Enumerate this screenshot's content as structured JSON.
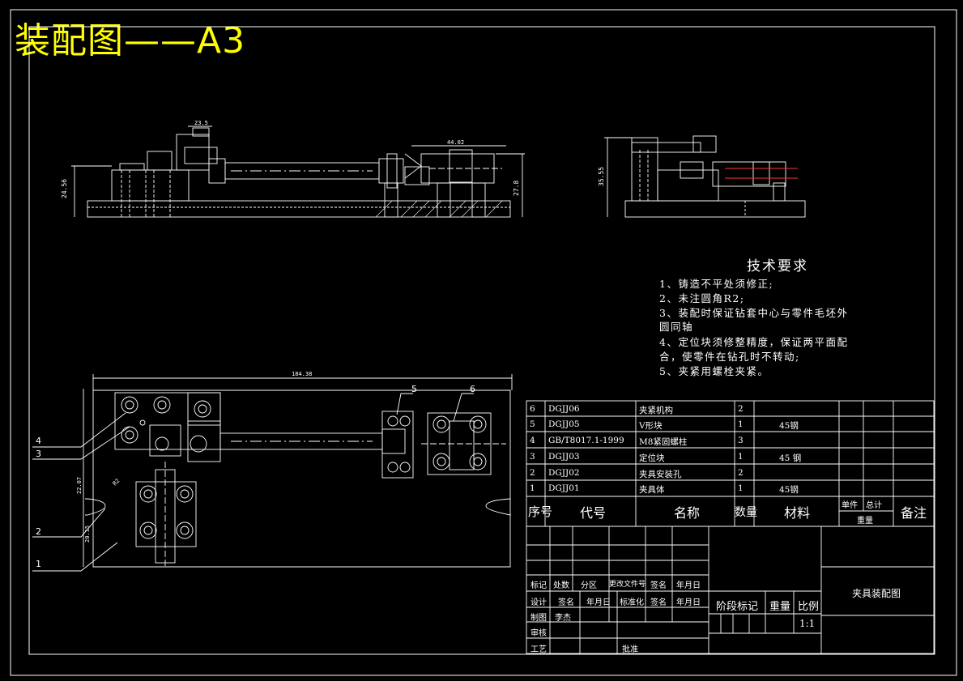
{
  "sheet_title": "装配图——A3",
  "dimensions": {
    "top_width": "23.5",
    "cyl_len": "44.02",
    "height_left": "24.56",
    "height_right": "27.8",
    "side_height": "35.55",
    "overall_len": "184.38",
    "vert_left": "22.07",
    "vert_small": "20.15",
    "angle_r": "R2"
  },
  "balloons": [
    "4",
    "3",
    "2",
    "1",
    "5",
    "6"
  ],
  "tech_requirements": {
    "title": "技术要求",
    "lines": [
      "1、铸造不平处须修正;",
      "2、未注圆角R2;",
      "3、装配时保证钻套中心与零件毛坯外",
      "圆同轴",
      "4、定位块须修整精度，保证两平面配",
      "合，使零件在钻孔时不转动;",
      "5、夹紧用螺栓夹紧。"
    ]
  },
  "bom": {
    "rows": [
      {
        "no": "6",
        "code": "DGJJ06",
        "name": "夹紧机构",
        "qty": "2",
        "material": ""
      },
      {
        "no": "5",
        "code": "DGJJ05",
        "name": "V形块",
        "qty": "1",
        "material": "45钢"
      },
      {
        "no": "4",
        "code": "GB/T8017.1-1999",
        "name": "M8紧固螺柱",
        "qty": "3",
        "material": ""
      },
      {
        "no": "3",
        "code": "DGJJ03",
        "name": "定位块",
        "qty": "1",
        "material": "45 钢"
      },
      {
        "no": "2",
        "code": "DGJJ02",
        "name": "夹具安装孔",
        "qty": "2",
        "material": ""
      },
      {
        "no": "1",
        "code": "DGJJ01",
        "name": "夹具体",
        "qty": "1",
        "material": "45钢"
      }
    ],
    "headers": {
      "no": "序号",
      "code": "代号",
      "name": "名称",
      "qty": "数量",
      "material": "材料",
      "single": "单件",
      "total": "总计",
      "weight": "重量",
      "remark": "备注"
    }
  },
  "title_block": {
    "mark": "标记",
    "count": "处数",
    "zone": "分区",
    "change_doc": "更改文件号",
    "sign": "签名",
    "date": "年月日",
    "design": "设计",
    "sign2": "签名",
    "date2": "年月日",
    "standard": "标准化",
    "sign3": "签名",
    "date3": "年月日",
    "draw": "制图",
    "drawer": "李杰",
    "review": "审核",
    "process": "工艺",
    "approve": "批准",
    "stage": "阶段标记",
    "weight": "重量",
    "scale": "比例",
    "scale_value": "1:1",
    "drawing_name": "夹具装配图"
  },
  "colors": {
    "line": "#ffffff",
    "title": "#ffff00",
    "hatch": "#ffffff",
    "accent_red": "#ff3333"
  }
}
